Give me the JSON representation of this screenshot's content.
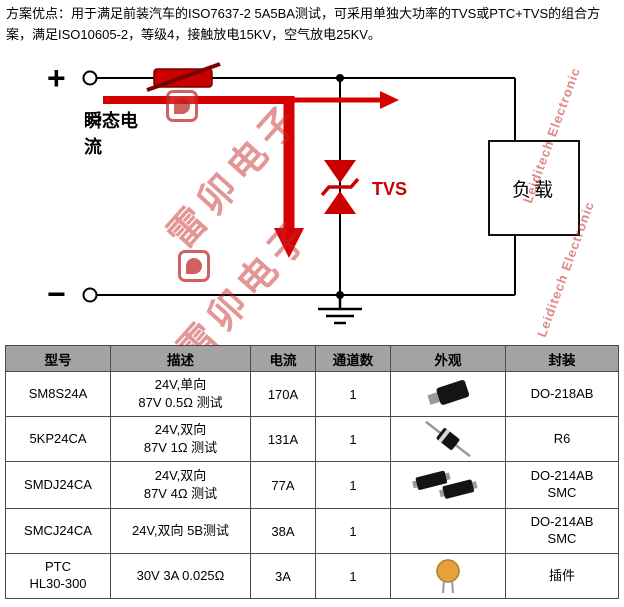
{
  "intro": {
    "text": "方案优点：用于满足前装汽车的ISO7637-2 5A5BA测试，可采用单独大功率的TVS或PTC+TVS的组合方案，满足ISO10605-2，等级4，接触放电15KV，空气放电25KV。"
  },
  "diagram": {
    "plus_label": "+",
    "minus_label": "−",
    "transient_current_label": "瞬态电流",
    "tvs_label": "TVS",
    "load_label": "负载",
    "watermark": {
      "cn": "雷卯电子",
      "en": "Leiditech Electronic"
    },
    "colors": {
      "accent_red": "#cc0000",
      "wire_black": "#000000"
    }
  },
  "table": {
    "headers": [
      "型号",
      "描述",
      "电流",
      "通道数",
      "外观",
      "封装"
    ],
    "rows": [
      {
        "model": "SM8S24A",
        "model2": "",
        "desc1": "24V,单向",
        "desc2": "87V 0.5Ω 测试",
        "current": "170A",
        "channels": "1",
        "appearance_icon": "do-218ab-package-photo",
        "pkg1": "DO-218AB",
        "pkg2": ""
      },
      {
        "model": "5KP24CA",
        "model2": "",
        "desc1": "24V,双向",
        "desc2": "87V 1Ω 测试",
        "current": "131A",
        "channels": "1",
        "appearance_icon": "r6-axial-package-photo",
        "pkg1": "R6",
        "pkg2": ""
      },
      {
        "model": "SMDJ24CA",
        "model2": "",
        "desc1": "24V,双向",
        "desc2": "87V 4Ω 测试",
        "current": "77A",
        "channels": "1",
        "appearance_icon": "smc-packages-photo",
        "pkg1": "DO-214AB",
        "pkg2": "SMC"
      },
      {
        "model": "SMCJ24CA",
        "model2": "",
        "desc1": "24V,双向 5B测试",
        "desc2": "",
        "current": "38A",
        "channels": "1",
        "appearance_icon": "",
        "pkg1": "DO-214AB",
        "pkg2": "SMC"
      },
      {
        "model": "PTC",
        "model2": "HL30-300",
        "desc1": "30V 3A 0.025Ω",
        "desc2": "",
        "current": "3A",
        "channels": "1",
        "appearance_icon": "ptc-disc-photo",
        "pkg1": "插件",
        "pkg2": ""
      }
    ]
  }
}
